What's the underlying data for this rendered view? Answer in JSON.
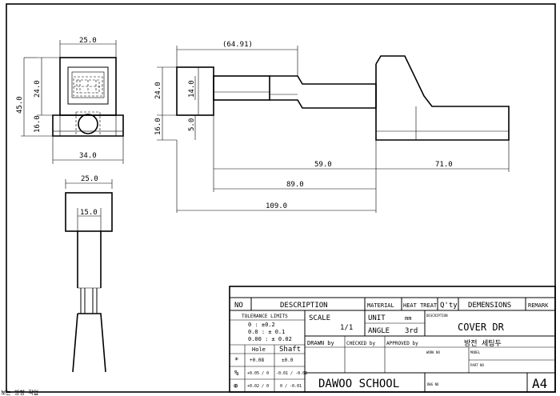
{
  "dimensions": {
    "front_width": "25.0",
    "front_upper_height": "24.0",
    "front_total_height": "45.0",
    "front_lower_height": "16.0",
    "base_width": "34.0",
    "bottom_top_width": "25.0",
    "bottom_tube_width": "15.0",
    "side_overall_ref": "(64.91)",
    "side_upper_height": "24.0",
    "side_inner_height": "14.0",
    "side_lower_height": "16.0",
    "side_small_height": "5.0",
    "side_len_59": "59.0",
    "side_len_71": "71.0",
    "side_len_89": "89.0",
    "side_len_109": "109.0"
  },
  "title_block": {
    "col_no": "NO",
    "col_description": "DESCRIPTION",
    "col_material": "MATERIAL",
    "col_heat_treat": "HEAT TREAT",
    "col_qty": "Q'ty",
    "col_dimensions": "DEMENSIONS",
    "col_remark": "REMARK",
    "tolerance_title": "TOLERANCE LIMITS",
    "tol_row1": "0    : ±0.2",
    "tol_row2": "0.0  : ± 0.1",
    "tol_row3": "0.00 : ± 0.02",
    "hole_label": "Hole",
    "shaft_label": "Shaft",
    "tol_sym1": "*",
    "tol_sym2": "%",
    "tol_sym3": "⊕",
    "hole_val1": "+0.08",
    "shaft_val1": "±0.0",
    "hole_val2": "+0.05 / 0",
    "shaft_val2": "-0.01 / -0.02",
    "hole_val3": "+0.02 / 0",
    "shaft_val3": "0 / -0.01",
    "scale_label": "SCALE",
    "scale_value": "1/1",
    "unit_label": "UNIT",
    "unit_value": "mm",
    "angle_label": "ANGLE",
    "angle_value": "3rd",
    "description_label": "DESCRIPTION",
    "part_name": "COVER DR",
    "part_name_korean": "방전 세팅두",
    "drawn_by": "DRAWN by",
    "checked_by": "CHECKED by",
    "approved_by": "APPROVED by",
    "work_no": "WORK NO",
    "model": "MODEL",
    "part_no": "PART NO",
    "school": "DAWOO SCHOOL",
    "dwg_no": "DWG NO",
    "sheet_size": "A4"
  },
  "corner_note": "보는 방향 작업"
}
